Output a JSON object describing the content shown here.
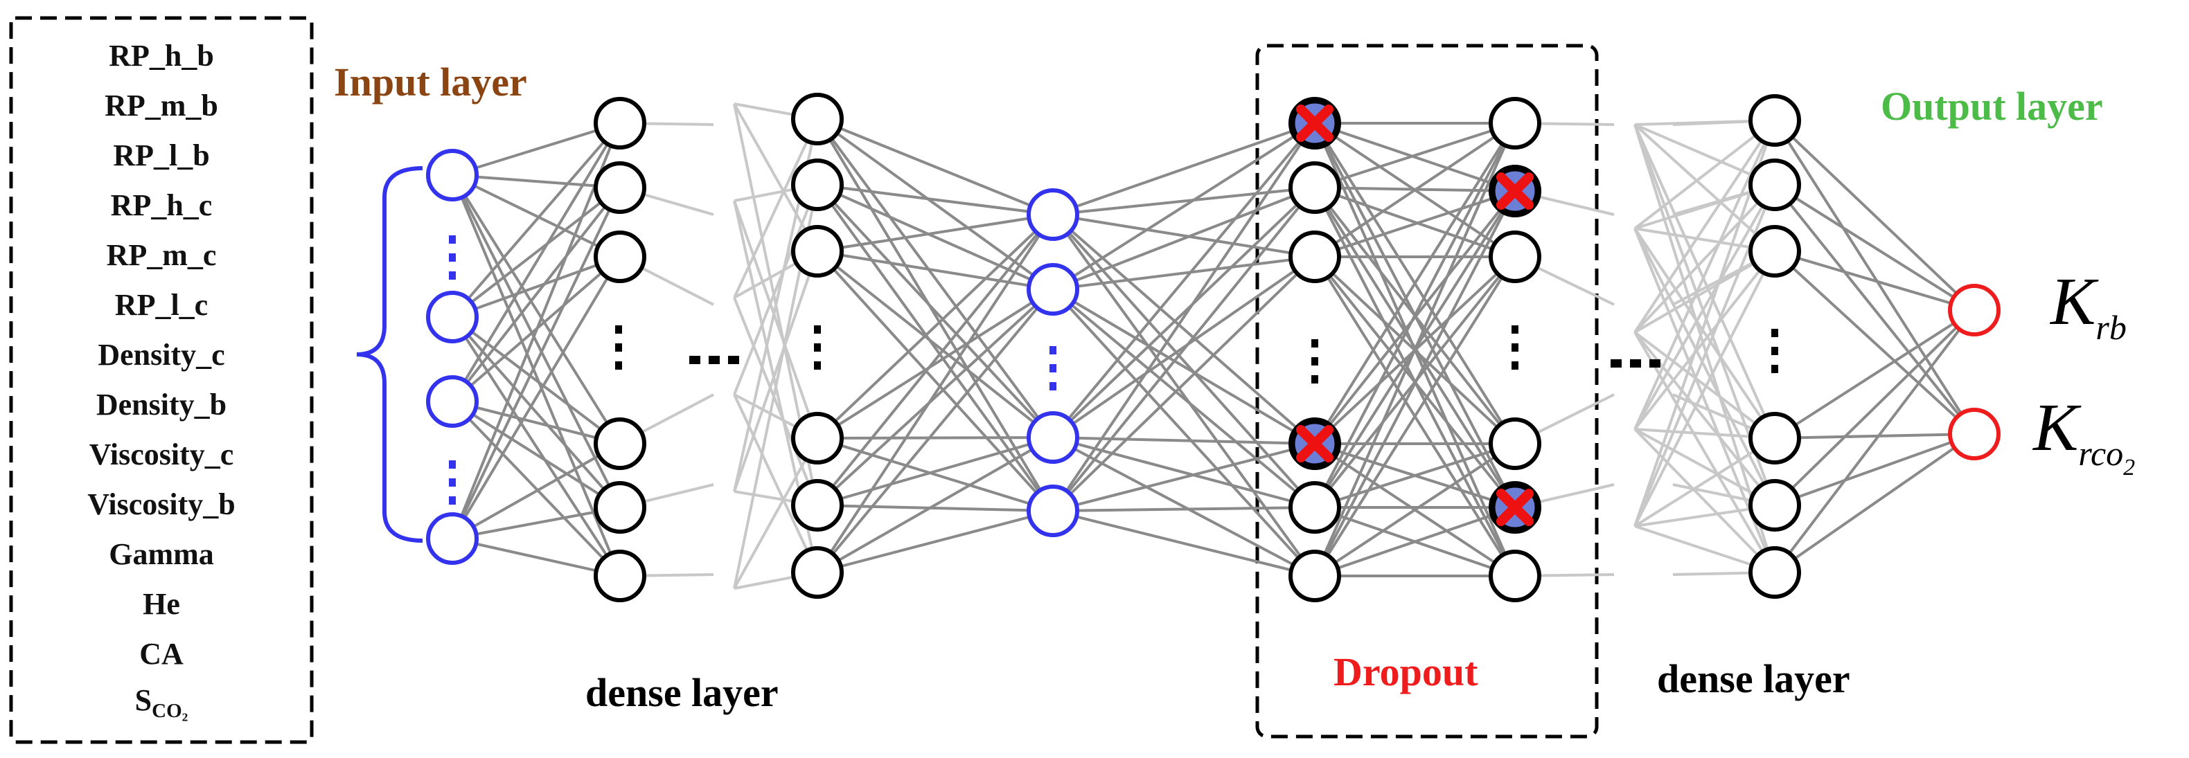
{
  "features": [
    "RP_h_b",
    "RP_m_b",
    "RP_l_b",
    "RP_h_c",
    "RP_m_c",
    "RP_l_c",
    "Density_c",
    "Density_b",
    "Viscosity_c",
    "Viscosity_b",
    "Gamma",
    "He",
    "CA"
  ],
  "last_feature": {
    "base": "S",
    "sub": "CO₂"
  },
  "labels": {
    "input_layer": "Input layer",
    "output_layer": "Output layer",
    "dense_layer_1": "dense layer",
    "dense_layer_2": "dense layer",
    "dropout": "Dropout"
  },
  "outputs": [
    {
      "base": "K",
      "sub": "rb",
      "sub2": ""
    },
    {
      "base": "K",
      "sub": "rco",
      "sub2": "2"
    }
  ],
  "colors": {
    "input": "#3333ee",
    "output": "#ee1c1c",
    "input_label": "#8b4513",
    "output_label": "#4cbb47",
    "dropout_label": "#ee1c1c",
    "drop_mark": "#ee1111",
    "edge": "#8a8a8a",
    "node": "#000000"
  },
  "icons": {
    "drop_mark": "cross-icon",
    "brace": "curly-brace-icon",
    "ellipsis": "ellipsis-icon"
  }
}
